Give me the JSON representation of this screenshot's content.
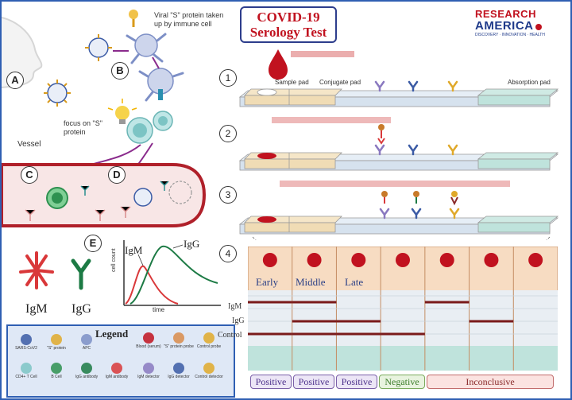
{
  "title": {
    "line1": "COVID-19",
    "line2": "Serology Test"
  },
  "logo": {
    "line1": "RESEARCH",
    "line2": "AMERICA",
    "tagline": "DISCOVERY · INNOVATION · HEALTH"
  },
  "left_panel": {
    "labels": {
      "a": "A",
      "b": "B",
      "c": "C",
      "d": "D",
      "e": "E"
    },
    "viral_note": "Viral \"S\" protein taken up by immune cell",
    "focus_note": "focus on \"S\" protein",
    "vessel_label": "Vessel",
    "igm_label": "IgM",
    "igg_label": "IgG"
  },
  "graph": {
    "ylabel": "cell count",
    "xlabel": "time",
    "series": [
      {
        "name": "IgM",
        "color": "#d9383a"
      },
      {
        "name": "IgG",
        "color": "#1c7a44"
      }
    ]
  },
  "legend": {
    "title": "Legend",
    "items": [
      "SARS-CoV2",
      "\"S\" protein",
      "APC",
      "Blood (serum)",
      "\"S\" protein probe",
      "Control probe",
      "CD4+ T Cell",
      "B Cell",
      "IgG antibody",
      "IgM antibody",
      "IgM detector",
      "IgG detector",
      "Control detector"
    ]
  },
  "strip": {
    "step_labels": [
      "1",
      "2",
      "3",
      "4"
    ],
    "sample_pad": "Sample pad",
    "conjugate_pad": "Conjugate pad",
    "absorption_pad": "Absorption pad"
  },
  "results": {
    "stages": [
      "Early",
      "Middle",
      "Late"
    ],
    "row_labels": [
      "IgM",
      "IgG",
      "Control"
    ],
    "outcomes": [
      "Positive",
      "Positive",
      "Positive",
      "Negative",
      "Inconclusive"
    ],
    "band_matrix": {
      "IgM": [
        1,
        1,
        0,
        0,
        1,
        0,
        0
      ],
      "IgG": [
        0,
        1,
        1,
        0,
        0,
        1,
        0
      ],
      "Control": [
        1,
        1,
        1,
        1,
        0,
        0,
        0
      ]
    }
  },
  "colors": {
    "accent_red": "#c1121f",
    "frame_blue": "#2f5fb3",
    "result_bg": "#f7dcc2",
    "strip_teal": "#bfe3dc"
  }
}
